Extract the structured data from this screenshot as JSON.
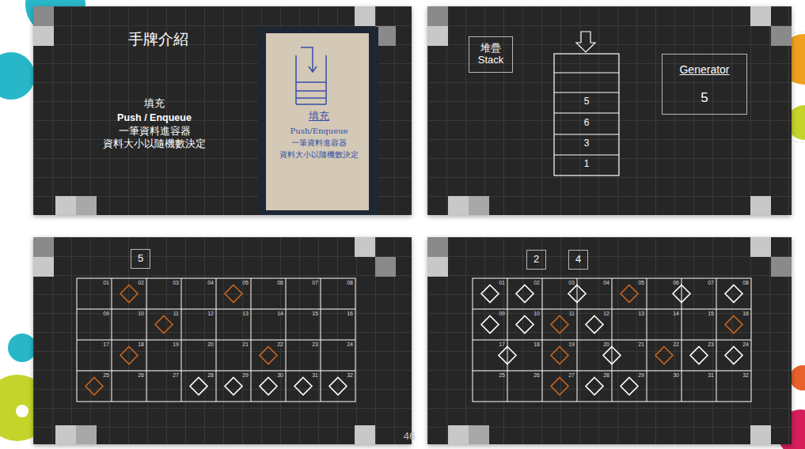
{
  "diagram": {
    "nodes": [
      {
        "text": [
          "堆疊 Stack"
        ]
      },
      {
        "text": [
          "Generator",
          "5"
        ]
      },
      {
        "text": [
          "5"
        ]
      },
      {
        "text": [
          "2"
        ]
      },
      {
        "text": [
          "4"
        ]
      }
    ],
    "labels": [
      "手牌介紹",
      "填充",
      "Push / Enqueue",
      "一筆資料進容器",
      "資料大小以隨機數決定",
      "填充",
      "Push/Enqueue",
      "一筆資料進容器",
      "資料大小以隨機數決定",
      "5",
      "6",
      "3",
      "1",
      "01",
      "02",
      "03",
      "04",
      "05",
      "06",
      "07",
      "08",
      "09",
      "10",
      "11",
      "12",
      "13",
      "14",
      "15",
      "16",
      "17",
      "18",
      "19",
      "20",
      "21",
      "22",
      "23",
      "24",
      "25",
      "26",
      "27",
      "28",
      "29",
      "30",
      "31",
      "32",
      "01",
      "02",
      "03",
      "04",
      "05",
      "06",
      "07",
      "08",
      "09",
      "10",
      "11",
      "12",
      "13",
      "14",
      "15",
      "16",
      "17",
      "18",
      "19",
      "20",
      "21",
      "22",
      "23",
      "24",
      "25",
      "26",
      "27",
      "28",
      "29",
      "30",
      "31",
      "32",
      "46"
    ]
  }
}
